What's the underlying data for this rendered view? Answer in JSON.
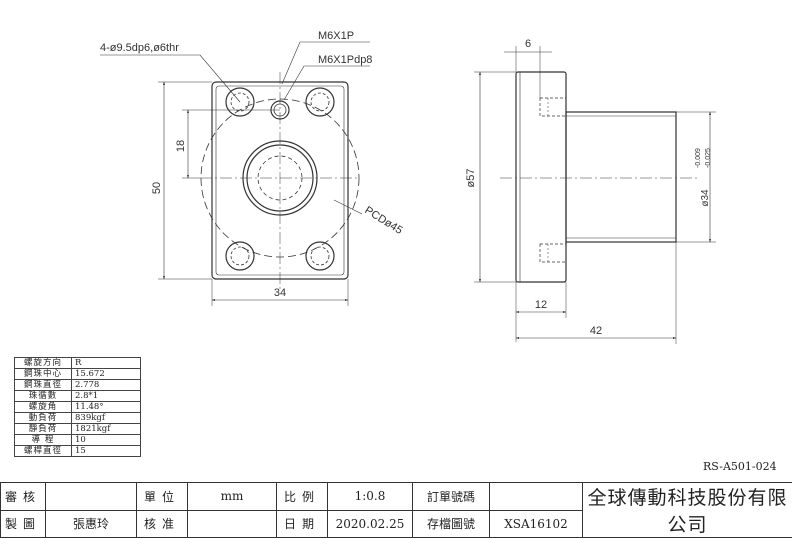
{
  "front_view": {
    "callout_holes": "4-ø9.5dp6,ø6thr",
    "callout_tap1": "M6X1P",
    "callout_tap2": "M6X1Pdp8",
    "dim_height": "50",
    "dim_offset": "18",
    "dim_width": "34",
    "pcd": "PCDø45"
  },
  "side_view": {
    "dim_flange_thickness": "6",
    "dim_flange_dia": "ø57",
    "dim_shaft_dia": "ø34",
    "dim_tol_upper": "-0.009",
    "dim_tol_lower": "-0.025",
    "dim_flange_length": "12",
    "dim_total_length": "42"
  },
  "spec_table": [
    {
      "k": "螺旋方向",
      "v": "R"
    },
    {
      "k": "鋼珠中心",
      "v": "15.672"
    },
    {
      "k": "鋼珠直徑",
      "v": "2.778"
    },
    {
      "k": "珠循數",
      "v": "2.8*1"
    },
    {
      "k": "螺旋角",
      "v": "11.48°"
    },
    {
      "k": "動負荷",
      "v": "839kgf"
    },
    {
      "k": "靜負荷",
      "v": "1821kgf"
    },
    {
      "k": "導 程",
      "v": "10"
    },
    {
      "k": "螺桿直徑",
      "v": "15"
    }
  ],
  "drawing_number": "RS-A501-024",
  "title_block": {
    "review_label": "審核",
    "review_value": "",
    "unit_label": "單位",
    "unit_value": "mm",
    "scale_label": "比例",
    "scale_value": "1:0.8",
    "order_label": "訂單號碼",
    "order_value": "",
    "drawn_label": "製圖",
    "drawn_value": "張惠玲",
    "approve_label": "核准",
    "approve_value": "",
    "date_label": "日期",
    "date_value": "2020.02.25",
    "archive_label": "存檔圖號",
    "archive_value": "XSA16102",
    "company": "全球傳動科技股份有限公司"
  }
}
